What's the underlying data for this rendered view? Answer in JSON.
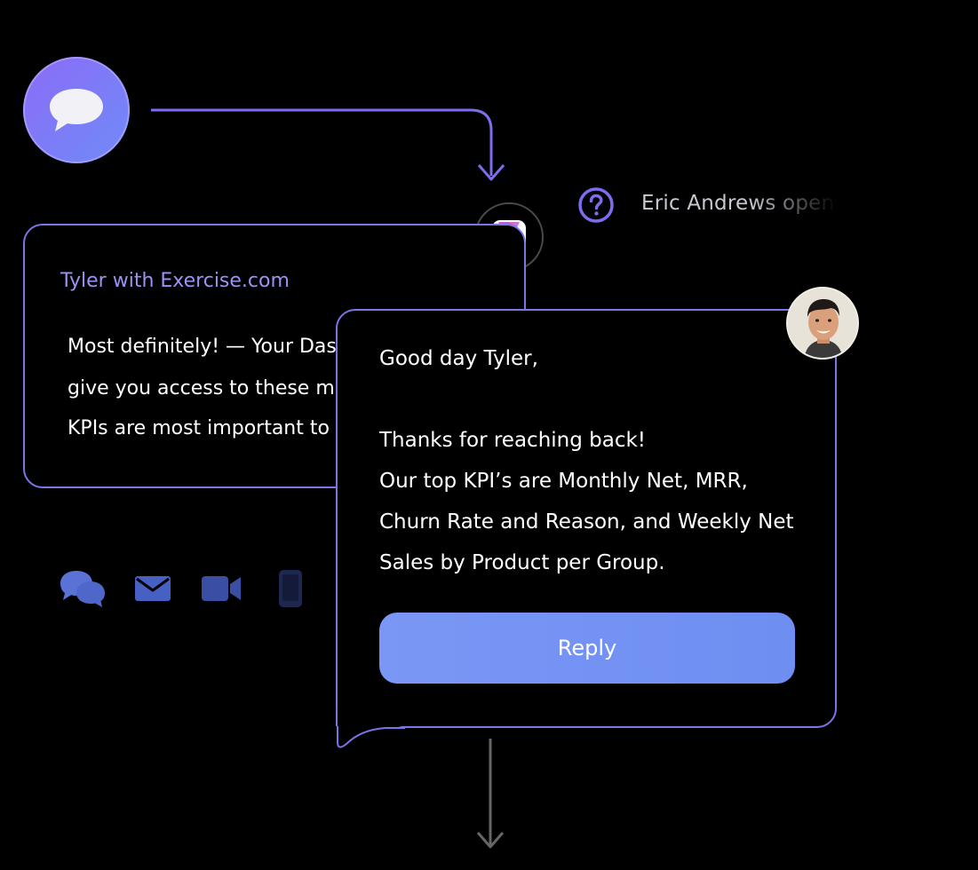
{
  "activity": {
    "text": "Eric Andrews opened"
  },
  "conversation_1": {
    "sender": "Tyler with Exercise.com",
    "lines": [
      "Most definitely! — Your Dashboard will",
      "give you access to these metrics. Which",
      "KPIs are most important to you?"
    ]
  },
  "conversation_2": {
    "lines": [
      "Good day Tyler,",
      "",
      "Thanks for reaching back!",
      "Our top KPI’s are Monthly Net, MRR,",
      "Churn Rate and Reason, and Weekly Net",
      "Sales by Product per Group."
    ],
    "reply_label": "Reply"
  },
  "channels": [
    "chat-icon",
    "email-icon",
    "video-icon",
    "phone-icon"
  ],
  "icons": {
    "start": "message-bubble-icon",
    "logo": "app-logo-icon",
    "help": "question-icon",
    "avatar": "user-avatar"
  },
  "colors": {
    "background": "#000000",
    "accent": "#7b74e8",
    "sender_text": "#9b92f6",
    "button": "#6f8ff3",
    "channel_icon": "#4f67c9"
  }
}
